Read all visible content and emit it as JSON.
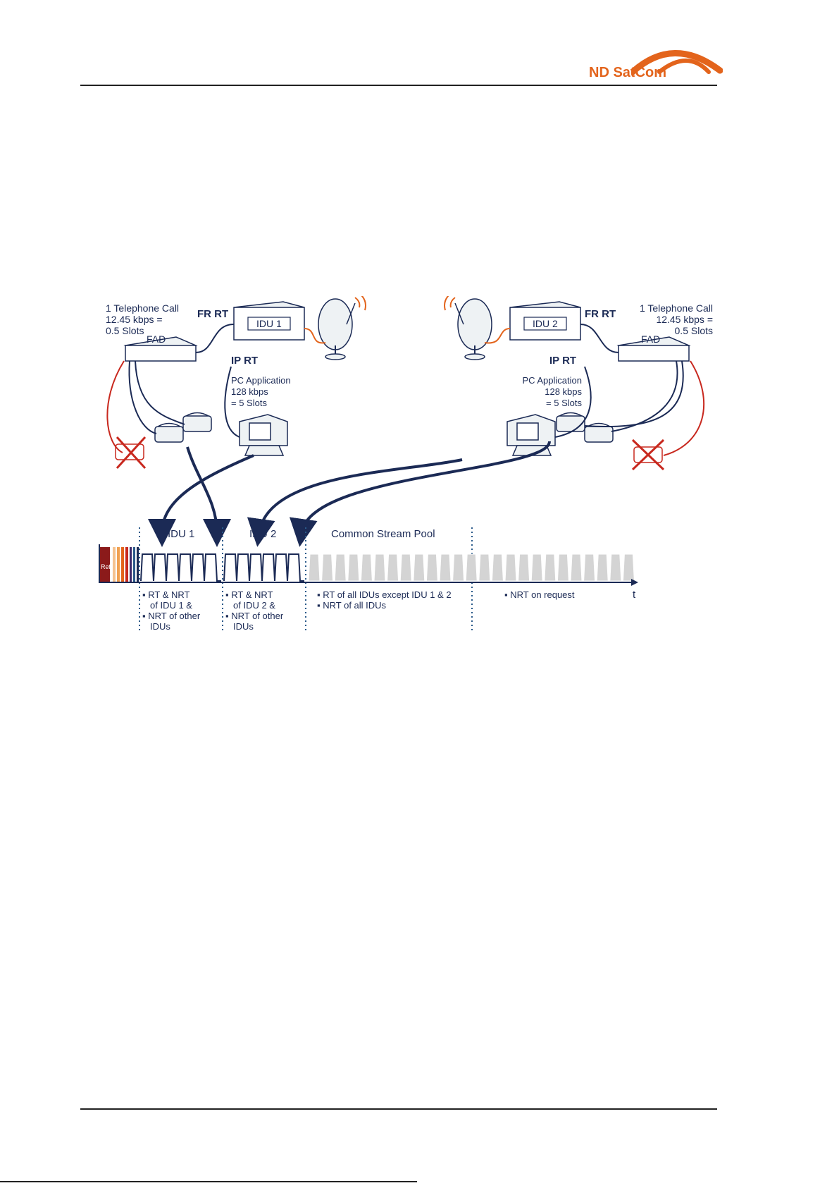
{
  "header": {
    "logo_text": "ND SatCom",
    "logo_color": "#e3641c"
  },
  "diagram": {
    "left_site": {
      "call_text": [
        "1 Telephone Call",
        "12.45 kbps =",
        "0.5 Slots"
      ],
      "fad_label": "FAD",
      "idu_label": "IDU 1",
      "fr_rt": "FR RT",
      "ip_rt": "IP RT",
      "pc_text": [
        "PC Application",
        "128 kbps",
        "= 5 Slots"
      ]
    },
    "right_site": {
      "call_text": [
        "1 Telephone Call",
        "12.45 kbps =",
        "0.5 Slots"
      ],
      "fad_label": "FAD",
      "idu_label": "IDU 2",
      "fr_rt": "FR RT",
      "ip_rt": "IP RT",
      "pc_text": [
        "PC Application",
        "128 kbps",
        "= 5 Slots"
      ]
    },
    "timeline": {
      "section_labels": [
        "IDU 1",
        "IDU 2",
        "Common Stream Pool"
      ],
      "ref_label": "Ref",
      "axis_label": "t",
      "notes": {
        "idu1": [
          "RT & NRT",
          "of IDU 1 &",
          "NRT of other",
          "IDUs"
        ],
        "idu2": [
          "RT & NRT",
          "of IDU 2 &",
          "NRT of other",
          "IDUs"
        ],
        "pool": [
          "RT of all IDUs except IDU 1 & 2",
          "NRT of all IDUs"
        ],
        "request": [
          "NRT on request"
        ]
      }
    },
    "colors": {
      "navy": "#1b2a55",
      "orange": "#e3641c",
      "red": "#c8281e",
      "slot_grey": "#d4d4d4",
      "dotted": "#2a5a8a"
    }
  }
}
